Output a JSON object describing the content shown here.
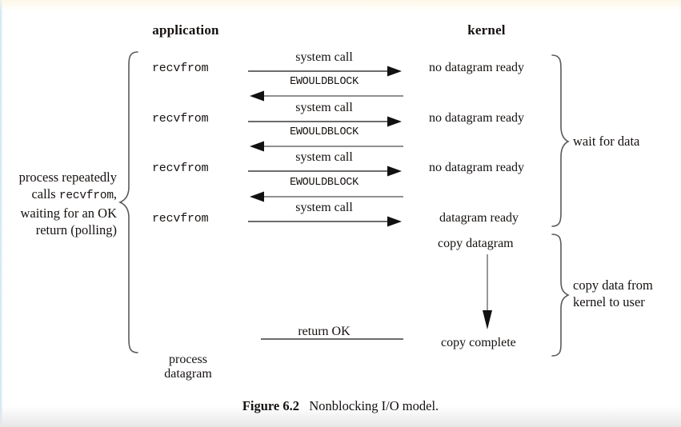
{
  "figure": {
    "caption_label": "Figure 6.2",
    "caption_text": "Nonblocking I/O model.",
    "columns": {
      "left": "application",
      "right": "kernel"
    }
  },
  "colors": {
    "ink": "#15110f",
    "line": "#3b3b3b",
    "brace": "#5a5a5a",
    "page": "#ffffff"
  },
  "application_calls": [
    {
      "label": "recvfrom"
    },
    {
      "label": "recvfrom"
    },
    {
      "label": "recvfrom"
    },
    {
      "label": "recvfrom"
    }
  ],
  "application_result": {
    "line1": "process",
    "line2": "datagram"
  },
  "left_note": {
    "line1": "process repeatedly",
    "line2_pre": "calls ",
    "line2_mono": "recvfrom",
    "line2_post": ",",
    "line3": "waiting for an OK",
    "line4": "return (polling)"
  },
  "messages": [
    {
      "text": "system call",
      "direction": "right",
      "style": "serif"
    },
    {
      "text": "EWOULDBLOCK",
      "direction": "left",
      "style": "mono"
    },
    {
      "text": "system call",
      "direction": "right",
      "style": "serif"
    },
    {
      "text": "EWOULDBLOCK",
      "direction": "left",
      "style": "mono"
    },
    {
      "text": "system call",
      "direction": "right",
      "style": "serif"
    },
    {
      "text": "EWOULDBLOCK",
      "direction": "left",
      "style": "mono"
    },
    {
      "text": "system call",
      "direction": "right",
      "style": "serif"
    },
    {
      "text": "return OK",
      "direction": "left",
      "style": "serif"
    }
  ],
  "kernel_states": [
    {
      "label": "no datagram ready"
    },
    {
      "label": "no datagram ready"
    },
    {
      "label": "no datagram ready"
    },
    {
      "label": "datagram ready"
    },
    {
      "label": "copy datagram"
    },
    {
      "label": "copy complete"
    }
  ],
  "right_notes": {
    "wait": {
      "line1": "wait for data"
    },
    "copy": {
      "line1": "copy data from",
      "line2": "kernel to user"
    }
  }
}
